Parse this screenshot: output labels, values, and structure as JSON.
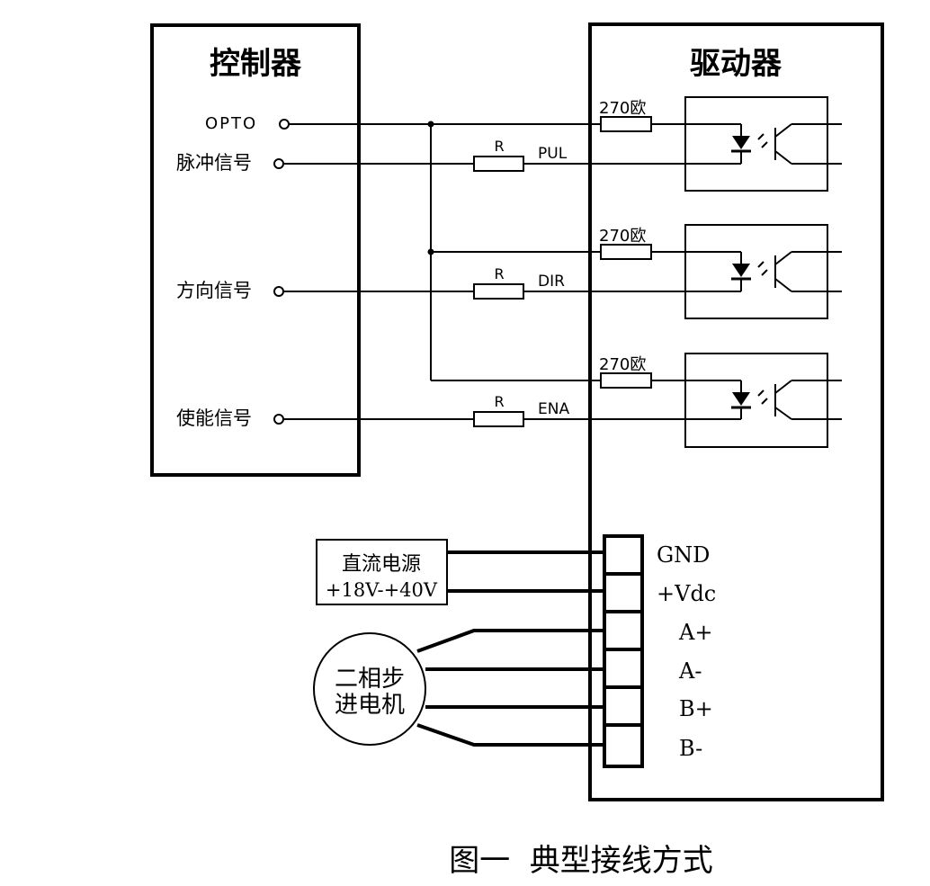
{
  "controller": {
    "title": "控制器"
  },
  "driver": {
    "title": "驱动器"
  },
  "controller_pins": {
    "opto": "OPTO",
    "pulse": "脉冲信号",
    "direction": "方向信号",
    "enable": "使能信号"
  },
  "channels": [
    {
      "resistor_label": "R",
      "signal": "PUL",
      "limit_resistor": "270欧"
    },
    {
      "resistor_label": "R",
      "signal": "DIR",
      "limit_resistor": "270欧"
    },
    {
      "resistor_label": "R",
      "signal": "ENA",
      "limit_resistor": "270欧"
    }
  ],
  "power_supply": {
    "line1": "直流电源",
    "line2": "+18V-+40V"
  },
  "motor": {
    "line1": "二相步",
    "line2": "进电机"
  },
  "terminals": [
    "GND",
    "+Vdc",
    "A+",
    "A-",
    "B+",
    "B-"
  ],
  "caption": "图一  典型接线方式"
}
